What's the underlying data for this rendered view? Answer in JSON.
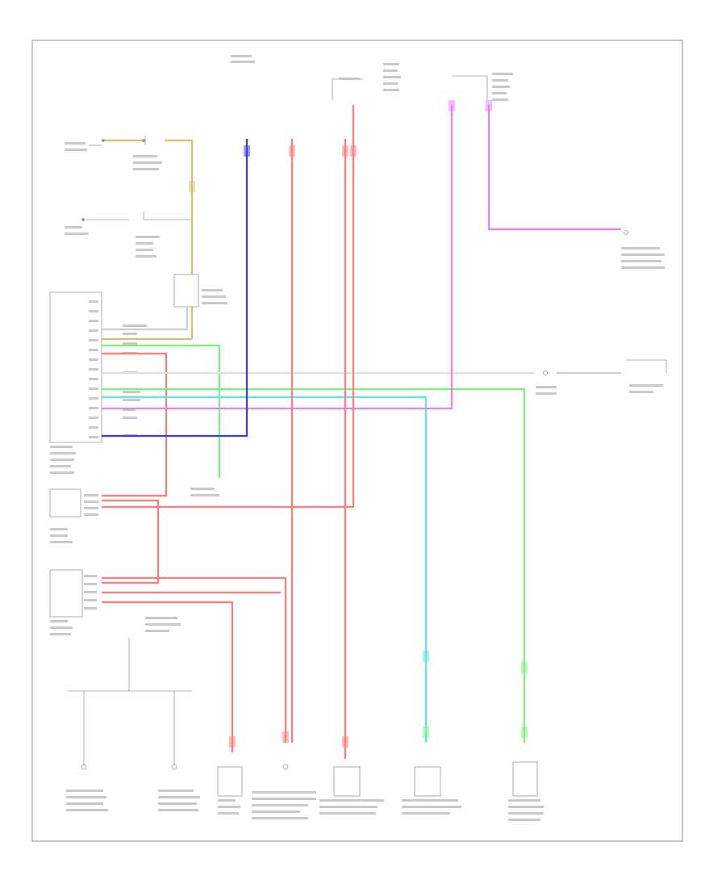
{
  "diagram": {
    "footer_code": "",
    "colors": {
      "blue": "#3a3af2",
      "red": "#ff7c7c",
      "magenta": "#f07cf0",
      "green": "#7cf07c",
      "cyan": "#5ae6ec",
      "tan": "#d8c070",
      "gray": "#cfcfcf"
    },
    "top_labels": {
      "hot_in_all": "",
      "hot_run": "",
      "hot_run_right": ""
    },
    "components": [
      {
        "id": "main_body_ecu",
        "label": ""
      },
      {
        "id": "relay_block_upper",
        "label": ""
      },
      {
        "id": "relay_block_lower",
        "label": ""
      },
      {
        "id": "junction_bottom",
        "label": ""
      },
      {
        "id": "switch_1",
        "label": ""
      },
      {
        "id": "switch_2",
        "label": ""
      },
      {
        "id": "sensor_1",
        "label": ""
      },
      {
        "id": "sensor_2",
        "label": ""
      },
      {
        "id": "sensor_3",
        "label": ""
      },
      {
        "id": "sensor_4",
        "label": ""
      },
      {
        "id": "sensor_5",
        "label": ""
      },
      {
        "id": "engine_control",
        "label": ""
      },
      {
        "id": "connector_mid_right",
        "label": ""
      }
    ]
  }
}
